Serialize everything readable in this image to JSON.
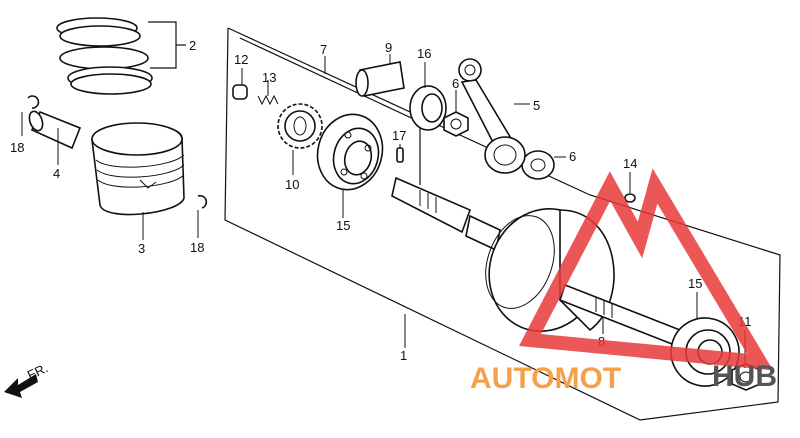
{
  "callouts": {
    "c1": "1",
    "c2": "2",
    "c3": "3",
    "c4": "4",
    "c5": "5",
    "c6a": "6",
    "c6b": "6",
    "c7": "7",
    "c8": "8",
    "c9": "9",
    "c10": "10",
    "c11": "11",
    "c12": "12",
    "c13": "13",
    "c14": "14",
    "c15a": "15",
    "c15b": "15",
    "c16": "16",
    "c17": "17",
    "c18a": "18",
    "c18b": "18"
  },
  "direction": {
    "label": "FR.",
    "icon": "arrow-front-icon"
  },
  "watermark": {
    "text_a": "AUTOMOT",
    "text_b": "HUB",
    "color_red": "#e8383a",
    "color_orange": "#f4a14a"
  }
}
